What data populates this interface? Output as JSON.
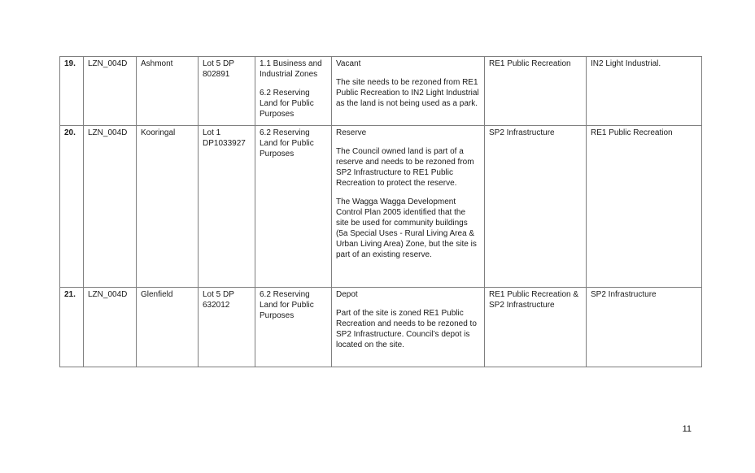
{
  "rows": [
    {
      "number": "19.",
      "code": "LZN_004D",
      "suburb": "Ashmont",
      "lot": "Lot 5 DP 802891",
      "direction": [
        "1.1 Business and Industrial Zones",
        "6.2 Reserving Land for Public Purposes"
      ],
      "description": [
        "Vacant",
        "The site needs to be rezoned from RE1 Public Recreation to IN2 Light Industrial as the land is not being used as a park."
      ],
      "current_zone": "RE1 Public Recreation",
      "proposed_zone": "IN2 Light Industrial."
    },
    {
      "number": "20.",
      "code": "LZN_004D",
      "suburb": "Kooringal",
      "lot": "Lot 1 DP1033927",
      "direction": [
        "6.2 Reserving Land for Public Purposes"
      ],
      "description": [
        "Reserve",
        "The Council owned land is part of a reserve and needs to be rezoned from SP2 Infrastructure to RE1 Public Recreation to protect the reserve.",
        "The Wagga Wagga Development Control Plan 2005 identified that the site be used for community buildings (5a Special Uses - Rural Living Area & Urban Living Area) Zone, but the site is part of an existing reserve."
      ],
      "current_zone": "SP2 Infrastructure",
      "proposed_zone": "RE1 Public Recreation"
    },
    {
      "number": "21.",
      "code": "LZN_004D",
      "suburb": "Glenfield",
      "lot": "Lot 5 DP 632012",
      "direction": [
        "6.2 Reserving Land for Public Purposes"
      ],
      "description": [
        "Depot",
        "Part of the site is zoned RE1 Public Recreation and needs to be rezoned to SP2 Infrastructure. Council’s depot is located on the site."
      ],
      "current_zone": "RE1 Public Recreation & SP2 Infrastructure",
      "proposed_zone": "SP2 Infrastructure"
    }
  ],
  "page_number": "11"
}
